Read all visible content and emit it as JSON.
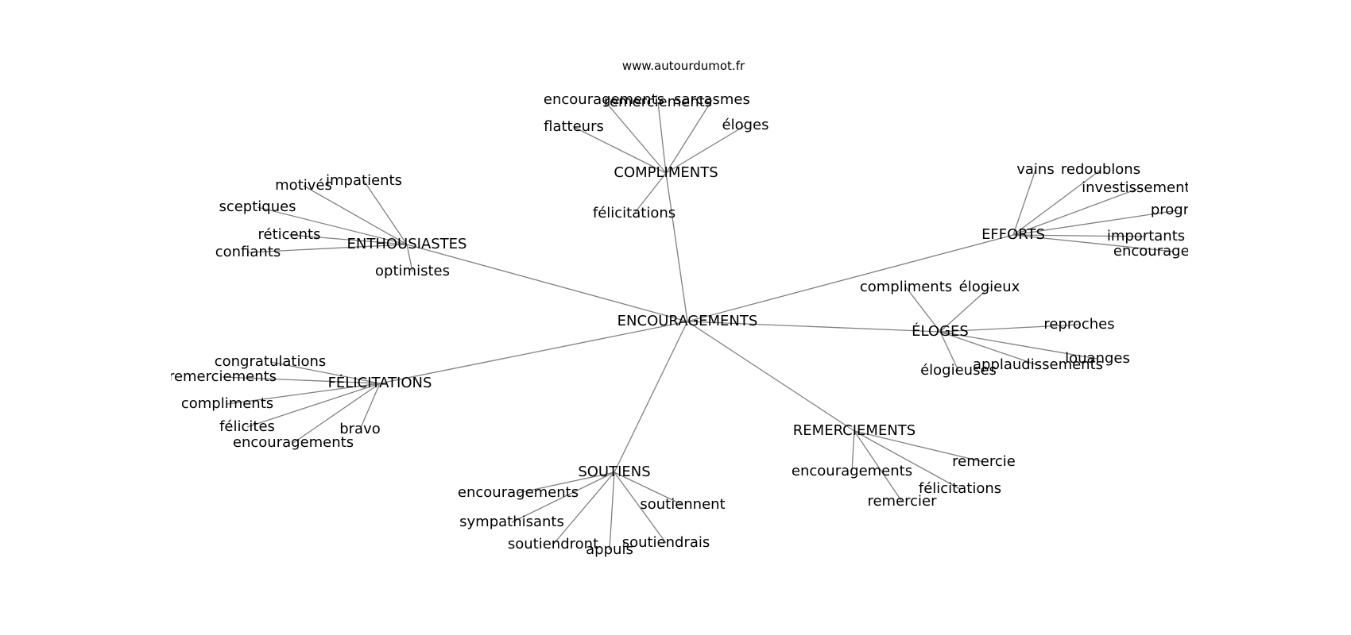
{
  "source": "www.autourdumot.fr",
  "center": "ENCOURAGEMENTS",
  "clusters": [
    {
      "label": "COMPLIMENTS",
      "leaves": [
        "encouragements",
        "remerciements",
        "sarcasmes",
        "flatteurs",
        "éloges",
        "félicitations"
      ]
    },
    {
      "label": "ENTHOUSIASTES",
      "leaves": [
        "impatients",
        "motivés",
        "sceptiques",
        "réticents",
        "confiants",
        "optimistes"
      ]
    },
    {
      "label": "EFFORTS",
      "leaves": [
        "vains",
        "redoublons",
        "investissements",
        "progrès",
        "importants",
        "encouragements"
      ]
    },
    {
      "label": "ÉLOGES",
      "leaves": [
        "compliments",
        "élogieux",
        "reproches",
        "louanges",
        "applaudissements",
        "élogieuses"
      ]
    },
    {
      "label": "FÉLICITATIONS",
      "leaves": [
        "congratulations",
        "remerciements",
        "compliments",
        "félicites",
        "encouragements",
        "bravo"
      ]
    },
    {
      "label": "SOUTIENS",
      "leaves": [
        "encouragements",
        "sympathisants",
        "soutiendront",
        "appuis",
        "soutiendrais",
        "soutiennent"
      ]
    },
    {
      "label": "REMERCIEMENTS",
      "leaves": [
        "encouragements",
        "remercier",
        "félicitations",
        "remercie"
      ]
    }
  ]
}
